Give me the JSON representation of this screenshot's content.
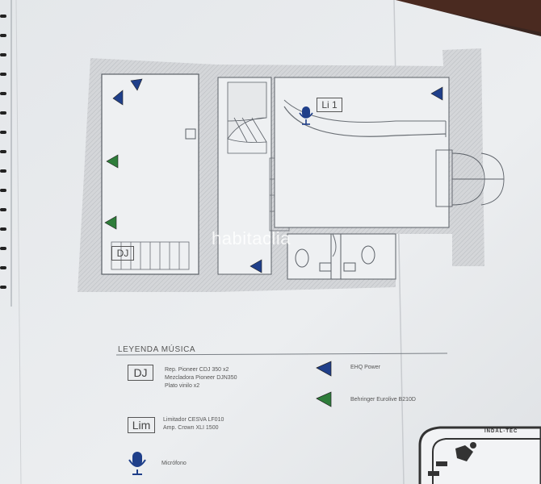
{
  "plan": {
    "labels": {
      "li1": "Li 1",
      "dj": "DJ"
    },
    "watermark": "habitaclia"
  },
  "legend": {
    "title": "LEYENDA MÚSICA",
    "dj_key": "DJ",
    "dj_lines": [
      "Rep. Pioneer CDJ 350 x2",
      "Mezcladora Pioneer DJN350",
      "Plato vinilo x2"
    ],
    "lim_key": "Lim",
    "lim_lines": [
      "Limitador CESVA LF010",
      "Amp. Crown XLI 1500"
    ],
    "mic_label": "Micrófono",
    "ehq_label": "EHQ Power",
    "behringer_label": "Behringer Eurolive B210D"
  },
  "logo": {
    "text": "INDAL-TEC"
  },
  "colors": {
    "paper": "#e9ecee",
    "wall_hatch": "#c9cbce",
    "speaker_blue": "#1f3f8a",
    "speaker_green": "#2e7d3a",
    "background": "#3a2620"
  }
}
